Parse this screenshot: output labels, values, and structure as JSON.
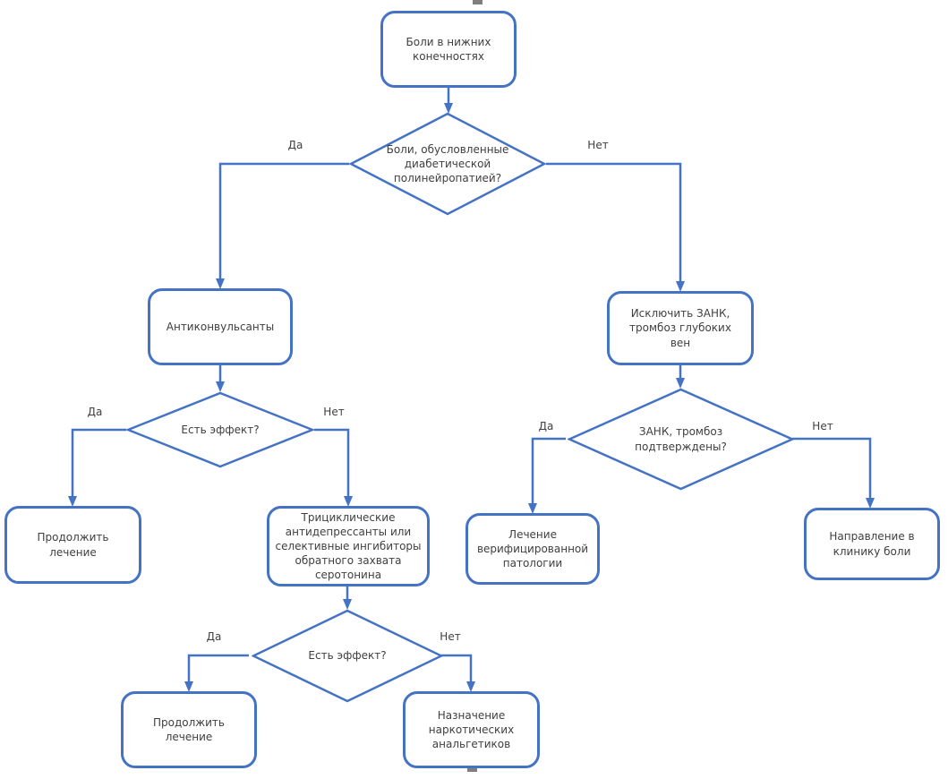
{
  "diagram": {
    "accent_color": "#4472C4",
    "background_color": "#ffffff",
    "text_color": "#3f3f3f",
    "handle_color": "#7f7f7f",
    "edge_labels": {
      "yes": "Да",
      "no": "Нет"
    },
    "nodes": {
      "start": "Боли в нижних конечностях",
      "decision_neuropathy": "Боли, обусловленные диабетической полинейропатией?",
      "anticonvulsants": "Антиконвульсанты",
      "decision_effect_1": "Есть эффект?",
      "continue_treatment_1": "Продолжить лечение",
      "tricyclic": "Трициклические антидепрессанты или селективные ингибиторы обратного захвата серотонина",
      "decision_effect_2": "Есть эффект?",
      "continue_treatment_2": "Продолжить лечение",
      "narcotic_analgesics": "Назначение наркотических анальгетиков",
      "exclude_zank": "Исключить ЗАНК, тромбоз глубоких вен",
      "decision_zank": "ЗАНК, тромбоз подтверждены?",
      "treat_verified": "Лечение верифицированной патологии",
      "pain_clinic": "Направление в клинику боли"
    }
  }
}
